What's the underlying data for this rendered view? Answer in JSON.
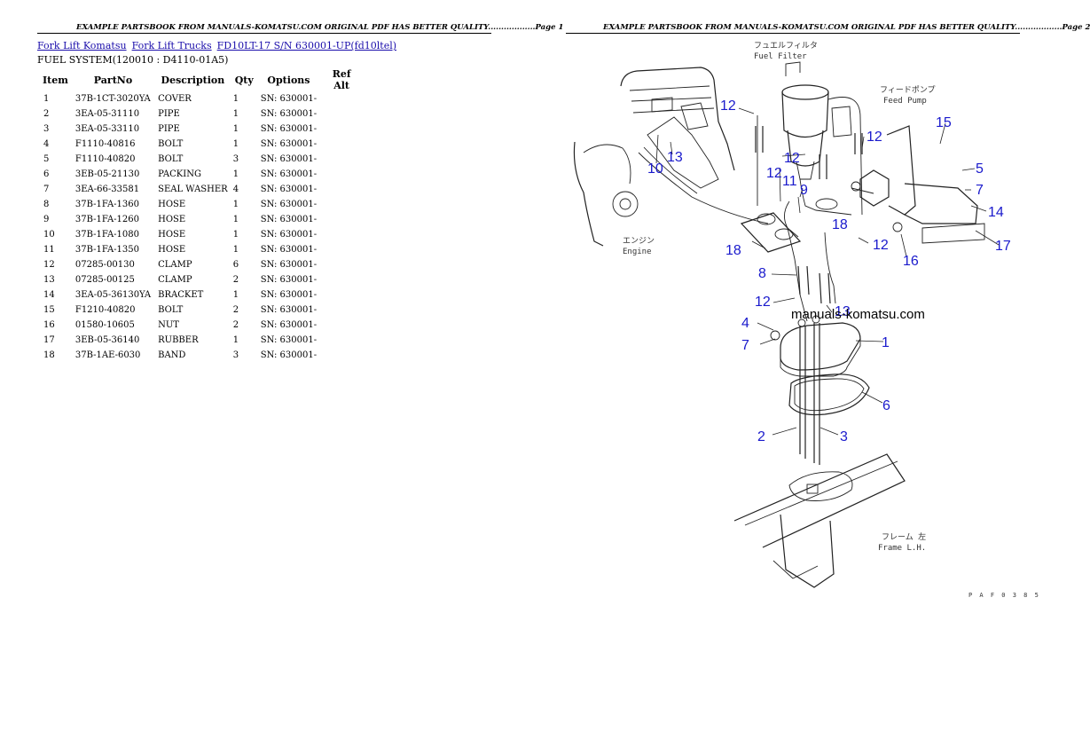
{
  "headers": {
    "page1": "EXAMPLE PARTSBOOK FROM MANUALS-KOMATSU.COM ORIGINAL PDF HAS BETTER QUALITY..................Page 1",
    "page2": "EXAMPLE PARTSBOOK FROM MANUALS-KOMATSU.COM ORIGINAL PDF HAS BETTER QUALITY..................Page 2"
  },
  "breadcrumb": [
    {
      "label": "Fork Lift Komatsu"
    },
    {
      "label": "Fork Lift Trucks"
    },
    {
      "label": "FD10LT-17 S/N 630001-UP(fd10ltel)"
    }
  ],
  "section_title": "FUEL SYSTEM(120010 : D4110-01A5)",
  "table": {
    "columns": [
      "Item",
      "PartNo",
      "Description",
      "Qty",
      "Options",
      "Ref Alt"
    ],
    "rows": [
      [
        "1",
        "37B-1CT-3020YA",
        "COVER",
        "1",
        "SN: 630001-",
        ""
      ],
      [
        "2",
        "3EA-05-31110",
        "PIPE",
        "1",
        "SN: 630001-",
        ""
      ],
      [
        "3",
        "3EA-05-33110",
        "PIPE",
        "1",
        "SN: 630001-",
        ""
      ],
      [
        "4",
        "F1110-40816",
        "BOLT",
        "1",
        "SN: 630001-",
        ""
      ],
      [
        "5",
        "F1110-40820",
        "BOLT",
        "3",
        "SN: 630001-",
        ""
      ],
      [
        "6",
        "3EB-05-21130",
        "PACKING",
        "1",
        "SN: 630001-",
        ""
      ],
      [
        "7",
        "3EA-66-33581",
        "SEAL WASHER",
        "4",
        "SN: 630001-",
        ""
      ],
      [
        "8",
        "37B-1FA-1360",
        "HOSE",
        "1",
        "SN: 630001-",
        ""
      ],
      [
        "9",
        "37B-1FA-1260",
        "HOSE",
        "1",
        "SN: 630001-",
        ""
      ],
      [
        "10",
        "37B-1FA-1080",
        "HOSE",
        "1",
        "SN: 630001-",
        ""
      ],
      [
        "11",
        "37B-1FA-1350",
        "HOSE",
        "1",
        "SN: 630001-",
        ""
      ],
      [
        "12",
        "07285-00130",
        "CLAMP",
        "6",
        "SN: 630001-",
        ""
      ],
      [
        "13",
        "07285-00125",
        "CLAMP",
        "2",
        "SN: 630001-",
        ""
      ],
      [
        "14",
        "3EA-05-36130YA",
        "BRACKET",
        "1",
        "SN: 630001-",
        ""
      ],
      [
        "15",
        "F1210-40820",
        "BOLT",
        "2",
        "SN: 630001-",
        ""
      ],
      [
        "16",
        "01580-10605",
        "NUT",
        "2",
        "SN: 630001-",
        ""
      ],
      [
        "17",
        "3EB-05-36140",
        "RUBBER",
        "1",
        "SN: 630001-",
        ""
      ],
      [
        "18",
        "37B-1AE-6030",
        "BAND",
        "3",
        "SN: 630001-",
        ""
      ]
    ]
  },
  "diagram": {
    "labels": {
      "fuel_filter_jp": "フュエルフィルタ",
      "fuel_filter_en": "Fuel Filter",
      "feed_pump_jp": "フィードポンプ",
      "feed_pump_en": "Feed Pump",
      "engine_jp": "エンジン",
      "engine_en": "Engine",
      "frame_jp": "フレーム 左",
      "frame_en": "Frame L.H.",
      "watermark": "manuals-komatsu.com",
      "figure_ref": "P A F 0 3 8 5"
    },
    "callouts": [
      "12",
      "13",
      "10",
      "12",
      "11",
      "9",
      "12",
      "15",
      "5",
      "7",
      "14",
      "18",
      "12",
      "16",
      "17",
      "8",
      "12",
      "13",
      "4",
      "7",
      "1",
      "6",
      "2",
      "3",
      "12",
      "12"
    ],
    "callout_color": "#1a1acc"
  }
}
